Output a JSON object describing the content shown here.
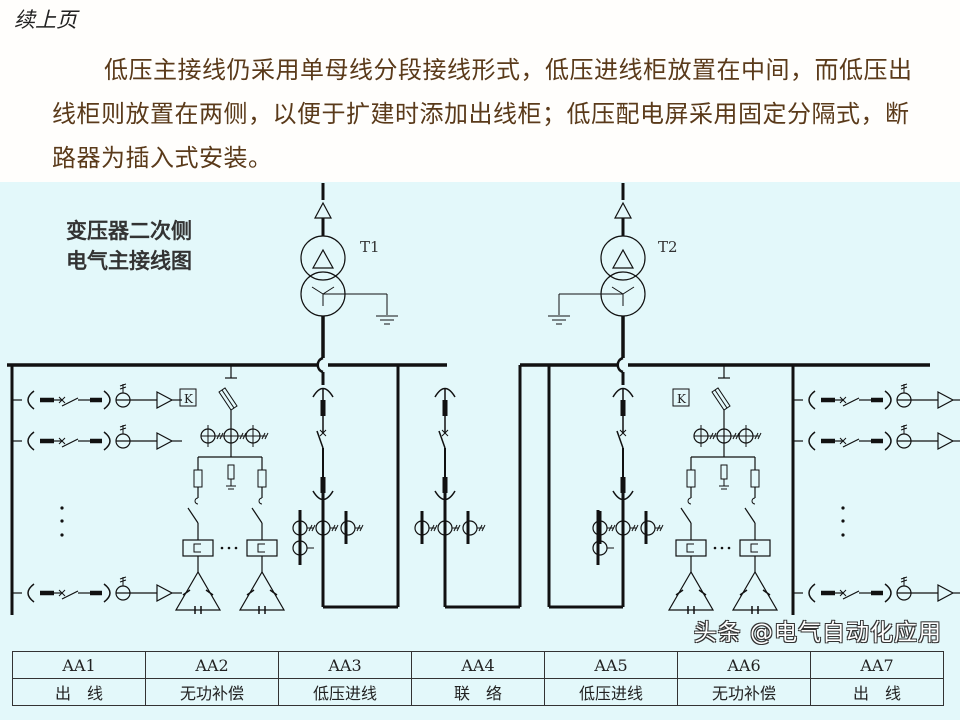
{
  "header": {
    "continued": "续上页",
    "paragraph": "低压主接线仍采用单母线分段接线形式，低压进线柜放置在中间，而低压出线柜则放置在两侧，以便于扩建时添加出线柜；低压配电屏采用固定分隔式，断路器为插入式安装。"
  },
  "diagram": {
    "title_line1": "变压器二次侧",
    "title_line2": "电气主接线图",
    "transformer1": "T1",
    "transformer2": "T2",
    "capacitor_box_label": "K",
    "line_color": "#111111",
    "background_color": "#e3f8fa"
  },
  "table": {
    "codes": [
      "AA1",
      "AA2",
      "AA3",
      "AA4",
      "AA5",
      "AA6",
      "AA7"
    ],
    "functions": [
      "出　线",
      "无功补偿",
      "低压进线",
      "联　络",
      "低压进线",
      "无功补偿",
      "出　线"
    ]
  },
  "watermark": "头条 @电气自动化应用"
}
